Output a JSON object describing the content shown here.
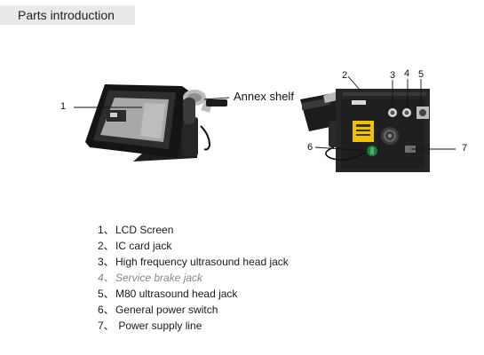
{
  "header": {
    "title": "Parts introduction"
  },
  "callouts": {
    "c1": "1",
    "c2": "2",
    "c3": "3",
    "c4": "4",
    "c5": "5",
    "c6": "6",
    "c7": "7"
  },
  "annex_label": "Annex shelf",
  "legend": [
    {
      "num": "1、",
      "text": "LCD Screen"
    },
    {
      "num": "2、",
      "text": "IC card jack"
    },
    {
      "num": "3、",
      "text": "High frequency ultrasound head jack"
    },
    {
      "num": "4、",
      "text": "Service brake jack"
    },
    {
      "num": "5、",
      "text": "M80 ultrasound head jack"
    },
    {
      "num": "6、",
      "text": "General power switch"
    },
    {
      "num": "7、",
      "text": " Power supply line"
    }
  ],
  "colors": {
    "device_body": "#2a2a2a",
    "screen_bezel": "#111111",
    "screen_panel": "#9a9a9a",
    "warning_label": "#f2c200",
    "switch": "#1f7a3a",
    "header_bg": "#e9e9e9"
  }
}
